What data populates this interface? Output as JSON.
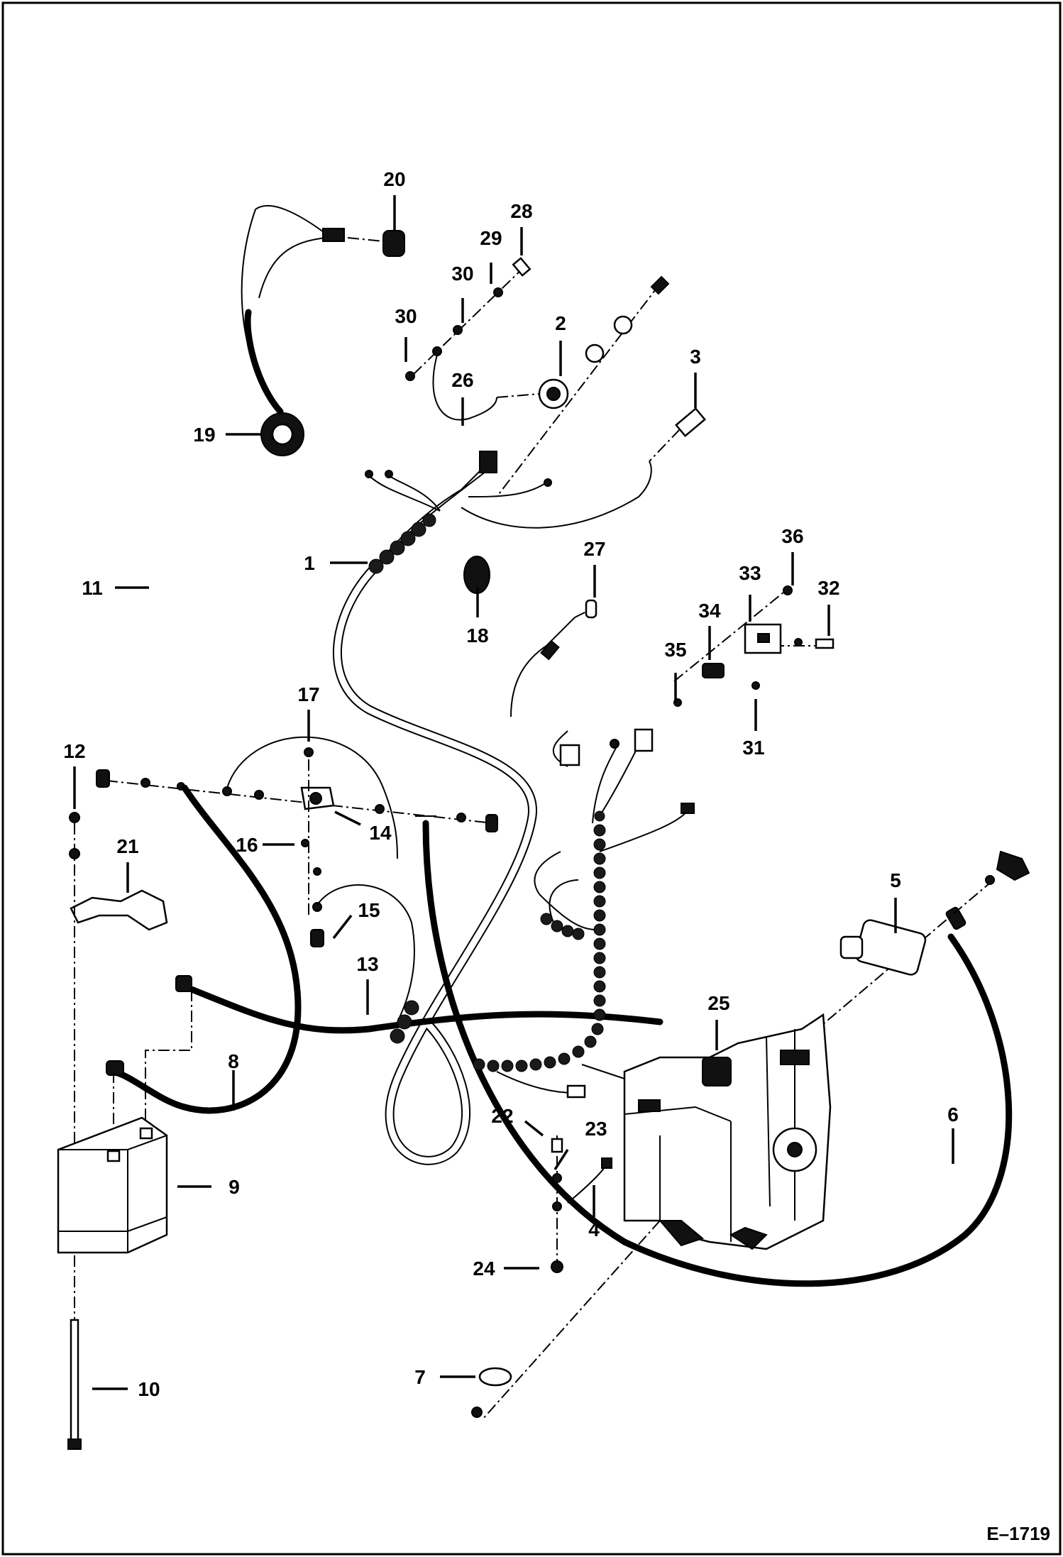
{
  "callouts": {
    "c1": "1",
    "c2": "2",
    "c3": "3",
    "c4": "4",
    "c5": "5",
    "c6": "6",
    "c7": "7",
    "c8": "8",
    "c9": "9",
    "c10": "10",
    "c11": "11",
    "c12": "12",
    "c13": "13",
    "c14": "14",
    "c15": "15",
    "c16": "16",
    "c17": "17",
    "c18": "18",
    "c19": "19",
    "c20": "20",
    "c21": "21",
    "c22": "22",
    "c23": "23",
    "c24": "24",
    "c25": "25",
    "c26": "26",
    "c27": "27",
    "c28": "28",
    "c29": "29",
    "c30a": "30",
    "c30b": "30",
    "c31": "31",
    "c32": "32",
    "c33": "33",
    "c34": "34",
    "c35": "35",
    "c36": "36"
  },
  "figure_code": "E–1719"
}
